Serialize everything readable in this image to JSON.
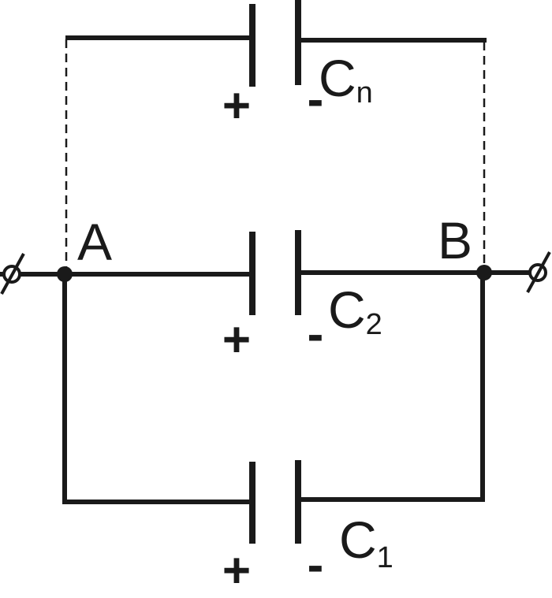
{
  "nodes": {
    "a": "A",
    "b": "B"
  },
  "capacitors": [
    {
      "id": "n",
      "letter": "C",
      "subscript": "n",
      "plus": "+",
      "minus": "-"
    },
    {
      "id": "2",
      "letter": "C",
      "subscript": "2",
      "plus": "+",
      "minus": "-"
    },
    {
      "id": "1",
      "letter": "C",
      "subscript": "1",
      "plus": "+",
      "minus": "-"
    }
  ],
  "colors": {
    "ink": "#1a1a1a",
    "background": "#ffffff"
  }
}
